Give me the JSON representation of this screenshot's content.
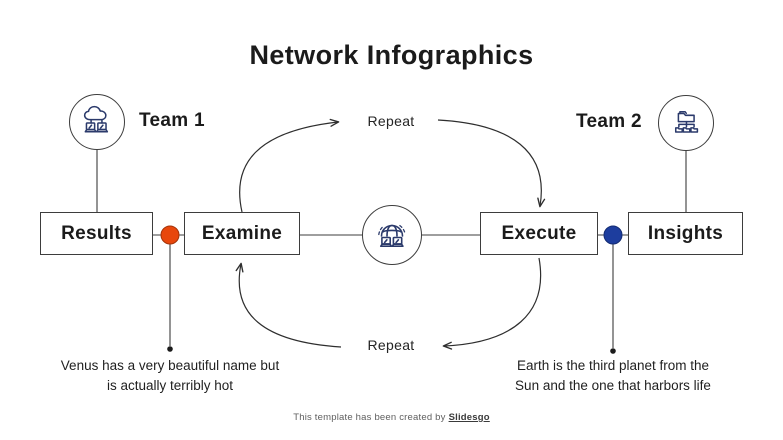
{
  "title": "Network Infographics",
  "teams": [
    {
      "label": "Team 1",
      "icon": "cloud-computing-icon"
    },
    {
      "label": "Team 2",
      "icon": "folder-network-icon"
    }
  ],
  "process": {
    "boxes": [
      {
        "label": "Results"
      },
      {
        "label": "Examine"
      },
      {
        "label": "Execute"
      },
      {
        "label": "Insights"
      }
    ],
    "center_icon": "global-network-icon",
    "repeat_top": "Repeat",
    "repeat_bottom": "Repeat"
  },
  "notes": [
    {
      "line1": "Venus has a very beautiful name but",
      "line2": "is actually terribly hot"
    },
    {
      "line1": "Earth is the third planet from the",
      "line2": "Sun and the one that harbors life"
    }
  ],
  "footer": {
    "prefix": "This template has been created by",
    "brand": "Slidesgo"
  },
  "colors": {
    "accent_orange": "#E8470C",
    "accent_blue": "#1D3D9E",
    "icon_navy": "#2B3A6B",
    "line": "#3D3D3D",
    "text": "#1B1B1B"
  }
}
